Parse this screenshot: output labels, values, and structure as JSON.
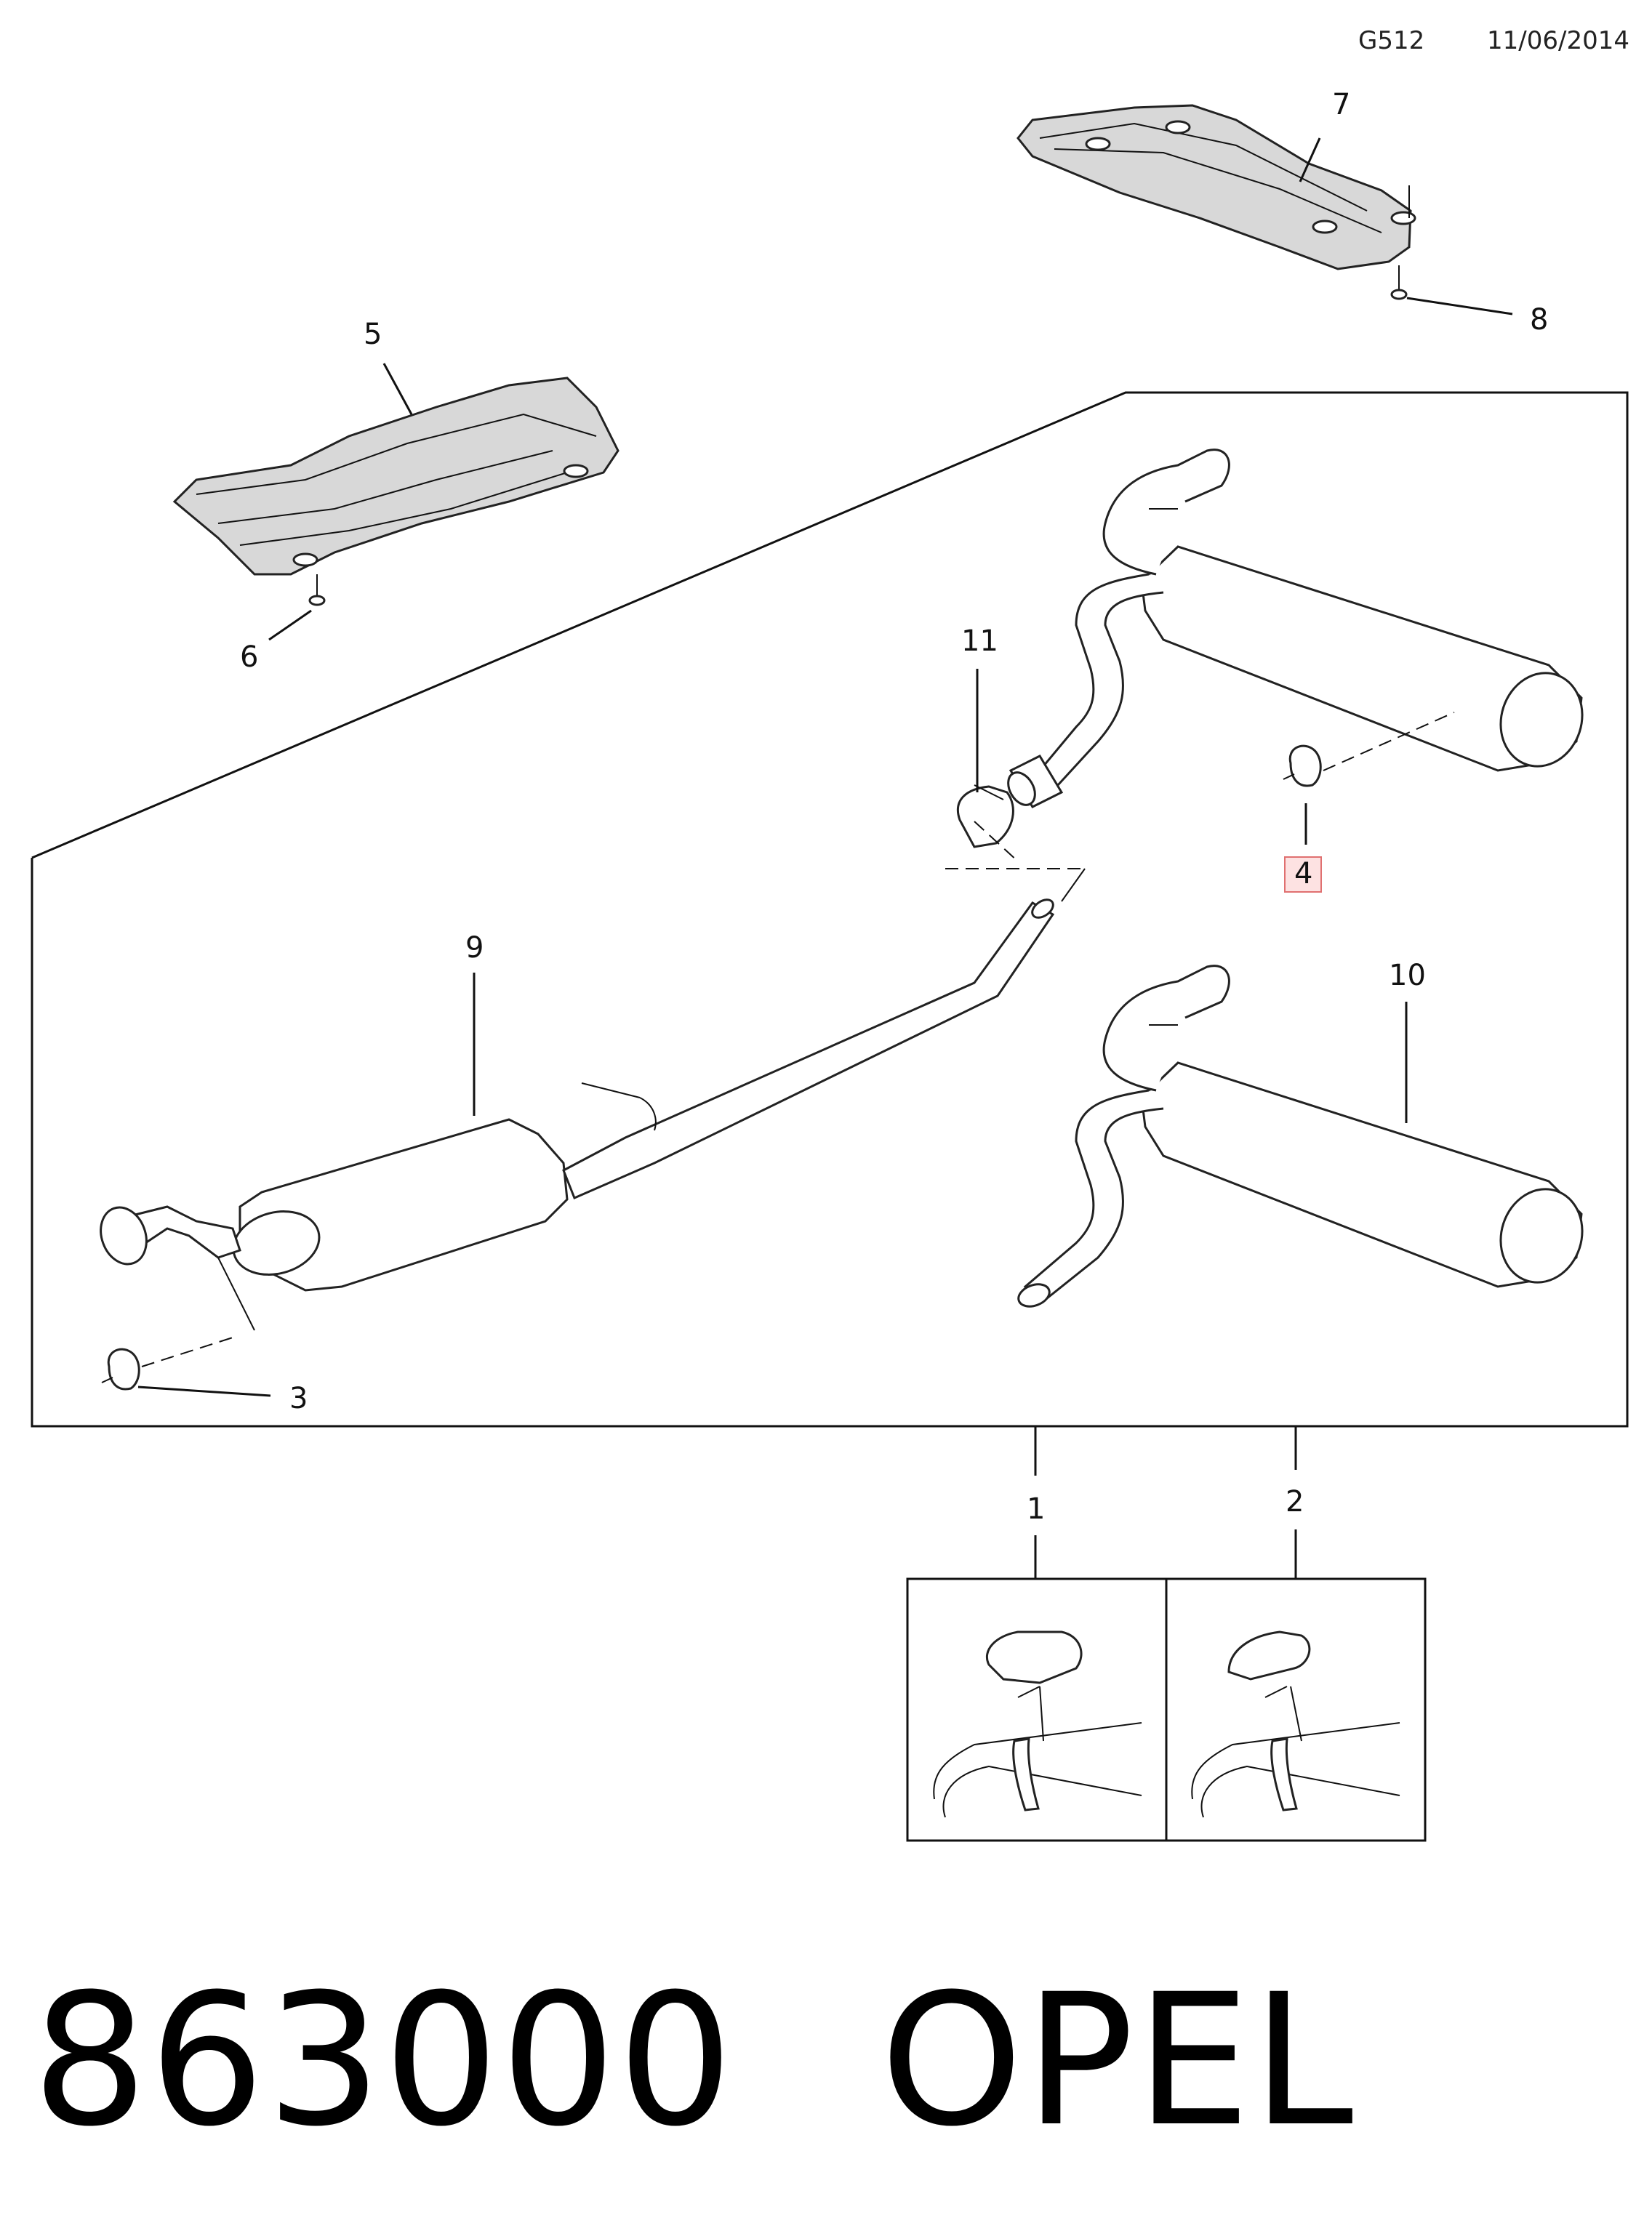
{
  "header": {
    "code": "G512",
    "date": "11/06/2014"
  },
  "callouts": {
    "c1": "1",
    "c2": "2",
    "c3": "3",
    "c4": "4",
    "c5": "5",
    "c6": "6",
    "c7": "7",
    "c8": "8",
    "c9": "9",
    "c10": "10",
    "c11": "11"
  },
  "highlighted_callout": "4",
  "footer": {
    "part_number": "863000",
    "brand": "OPEL"
  }
}
